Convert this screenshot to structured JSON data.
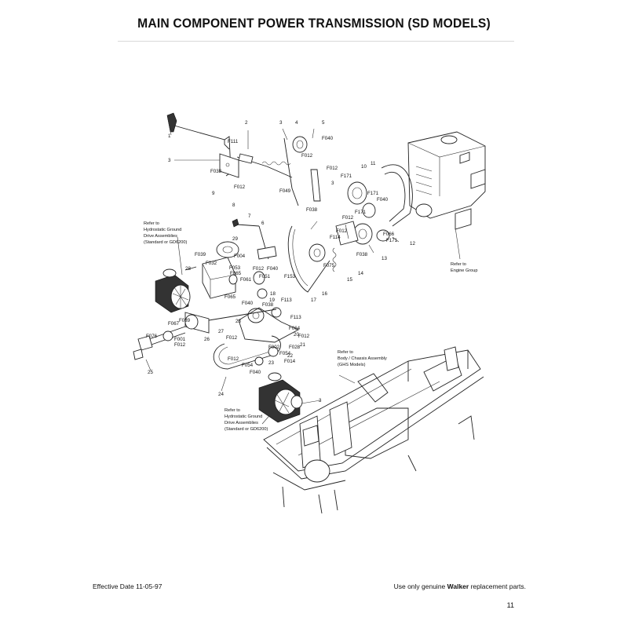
{
  "title": "MAIN COMPONENT POWER TRANSMISSION (SD MODELS)",
  "footer": {
    "effective": "Effective Date 11-05-97",
    "notice_prefix": "Use only genuine",
    "notice_brand": "Walker",
    "notice_suffix": "replacement parts.",
    "page_number": "11"
  },
  "refs": {
    "hydro_top": [
      "Refer to",
      "Hydrostatic Ground",
      "Drive Assemblies",
      "(Standard or GD6200)"
    ],
    "hydro_bottom": [
      "Refer to",
      "Hydrostatic Ground",
      "Drive Assemblies",
      "(Standard or GD6200)"
    ],
    "engine": [
      "Refer to",
      "Engine Group"
    ],
    "body": [
      "Refer to",
      "Body / Chassis Assembly",
      "(GHS Models)"
    ]
  },
  "callouts": {
    "c1": "1",
    "c2": "2",
    "c3a": "3",
    "c3b": "3",
    "c3c": "3",
    "c3d": "3",
    "c4": "4",
    "c5": "5",
    "c6": "6",
    "c7": "7",
    "c8": "8",
    "c9": "9",
    "c10": "10",
    "c11": "11",
    "c12": "12",
    "c13": "13",
    "c14": "14",
    "c15": "15",
    "c16": "16",
    "c17": "17",
    "c18": "18",
    "c19": "19",
    "c20": "20",
    "c21": "21",
    "c22": "22",
    "c23a": "23",
    "c23b": "23",
    "c24": "24",
    "c25": "25",
    "c26": "26",
    "c27": "27",
    "c28": "28",
    "c29": "29",
    "f111": "F111",
    "f038a": "F038",
    "f012a": "F012",
    "f040a": "F040",
    "f012b": "F012",
    "f012c": "F012",
    "f049": "F049",
    "f038b": "F038",
    "f171a": "F171",
    "f171b": "F171",
    "f040b": "F040",
    "f171c": "F171",
    "f012d": "F012",
    "f114": "F114",
    "f066a": "F066",
    "f171d": "F171",
    "f012e": "F012",
    "f038c": "F038",
    "f039": "F039",
    "f032": "F032",
    "f004": "F004",
    "f065a": "F065",
    "f061": "F061",
    "f012f": "F012",
    "f053": "F053",
    "f040c": "F040",
    "f051": "F051",
    "f153": "F153",
    "f075": "F075",
    "f065b": "F065",
    "f040d": "F040",
    "f113a": "F113",
    "f038d": "F038",
    "f113b": "F113",
    "f067": "F067",
    "f039b": "F039",
    "f001": "F001",
    "f012g": "F012",
    "f076": "F076",
    "f012h": "F012",
    "f064": "F064",
    "f012i": "F012",
    "f002": "F002",
    "f028": "F028",
    "f054a": "F054",
    "f014": "F014",
    "f054b": "F054",
    "f040e": "F040",
    "f012j": "F012"
  }
}
